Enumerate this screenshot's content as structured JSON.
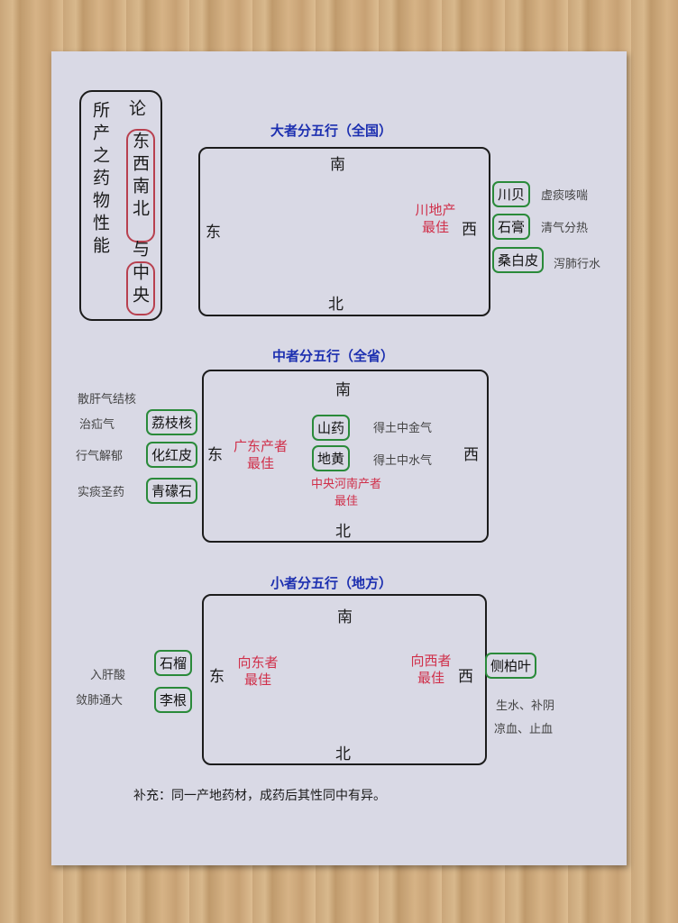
{
  "sidebar": {
    "col1": "所产之药物性能",
    "col2_top": "论",
    "col2_a": "东西南北",
    "col2_b": "与",
    "col2_c": "中央"
  },
  "directions": {
    "south": "南",
    "north": "北",
    "east": "东",
    "west": "西"
  },
  "section1": {
    "title": "大者分五行（全国）",
    "best": "川地产最佳",
    "herbs": [
      {
        "name": "川贝",
        "note": "虚痰咳喘"
      },
      {
        "name": "石膏",
        "note": "清气分热"
      },
      {
        "name": "桑白皮",
        "note": "泻肺行水"
      }
    ]
  },
  "section2": {
    "title": "中者分五行（全省）",
    "best_east": "广东产者最佳",
    "best_center": "中央河南产者最佳",
    "left_herbs": [
      {
        "name": "荔枝核",
        "note1": "散肝气结核",
        "note2": "治疝气"
      },
      {
        "name": "化红皮",
        "note1": "行气解郁"
      },
      {
        "name": "青礞石",
        "note1": "实痰圣药"
      }
    ],
    "center_herbs": [
      {
        "name": "山药",
        "note": "得土中金气"
      },
      {
        "name": "地黄",
        "note": "得土中水气"
      }
    ]
  },
  "section3": {
    "title": "小者分五行（地方）",
    "best_east": "向东者最佳",
    "best_west": "向西者最佳",
    "left_herbs": [
      {
        "name": "石榴",
        "note": "入肝酸"
      },
      {
        "name": "李根",
        "note": "敛肺通大"
      }
    ],
    "right_herb": {
      "name": "侧柏叶",
      "note1": "生水、补阴",
      "note2": "凉血、止血"
    }
  },
  "footnote": "补充：同一产地药材，成药后其性同中有异。"
}
